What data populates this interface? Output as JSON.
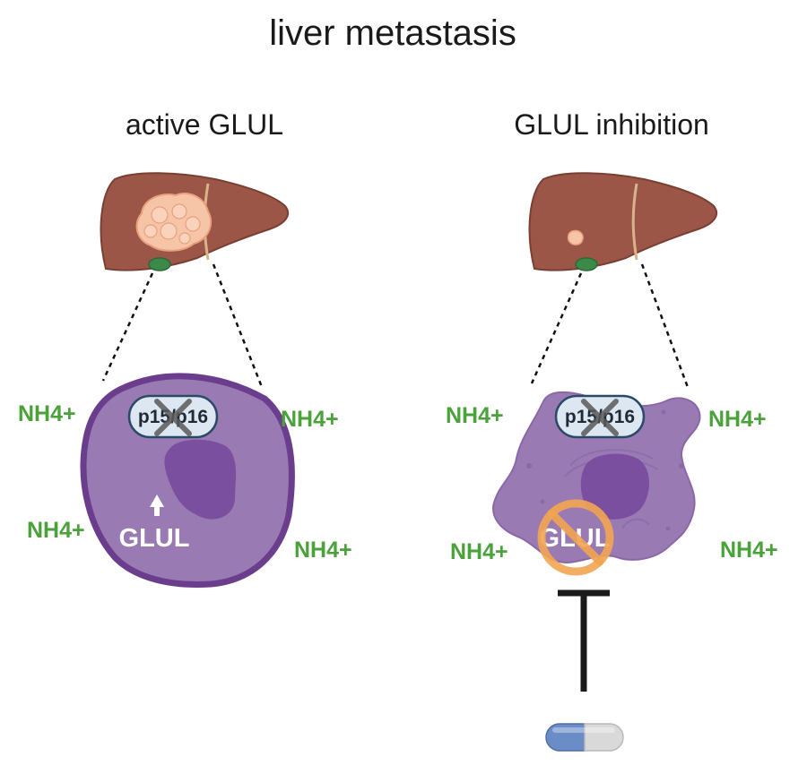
{
  "title": "liver metastasis",
  "panels": [
    {
      "heading": "active GLUL",
      "complex_label": "p15/p16",
      "enzyme_label": "GLUL",
      "ammonium_labels": [
        "NH4+",
        "NH4+",
        "NH4+",
        "NH4+"
      ]
    },
    {
      "heading": "GLUL inhibition",
      "complex_label": "p15/p16",
      "enzyme_label": "GLUL",
      "ammonium_labels": [
        "NH4+",
        "NH4+",
        "NH4+",
        "NH4+"
      ]
    }
  ],
  "colors": {
    "ammonium": "#4ba23a",
    "liver": "#9b5647",
    "liver_dark": "#7a3f33",
    "tumor": "#f6c5a8",
    "cell_fill": "#9a7ab3",
    "cell_border": "#6a3e8d",
    "nucleus": "#7b4f9f",
    "inhibit_ring": "#f2a552",
    "pill_blue": "#6a8cc7",
    "pill_grey": "#d9d9d9"
  }
}
